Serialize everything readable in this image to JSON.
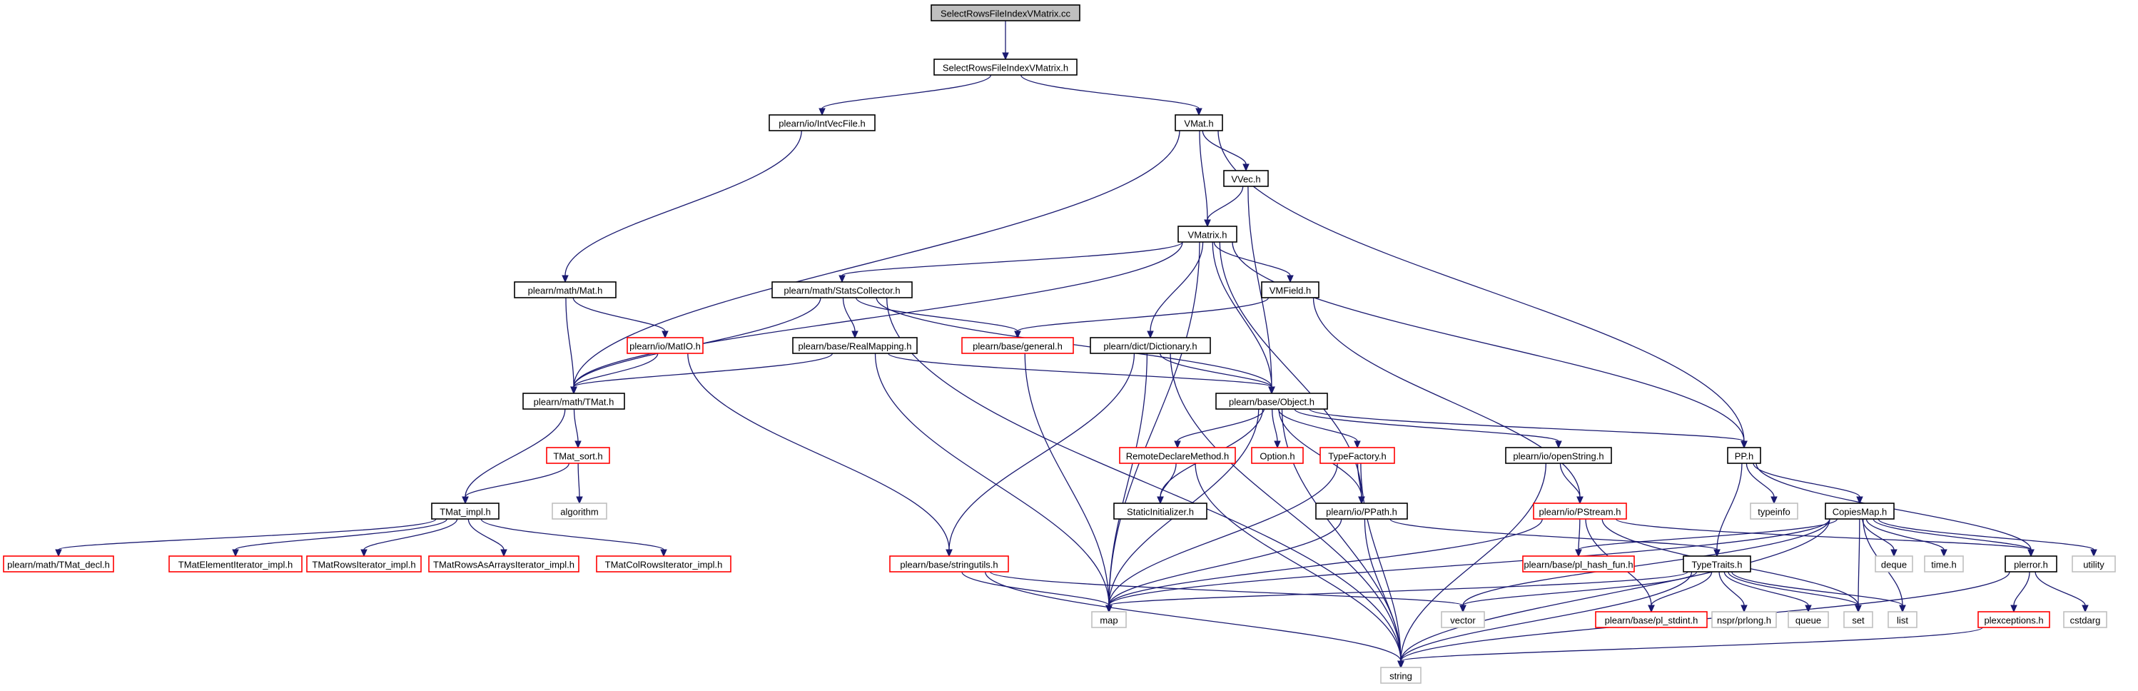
{
  "colors": {
    "root_fill": "#bfbfbf",
    "root_border": "#000000",
    "normal_border": "#000000",
    "missing_border": "#ff0000",
    "system_border": "#bfbfbf",
    "edge": "#191970",
    "background": "#ffffff"
  },
  "nodes": [
    {
      "id": "root",
      "label": "SelectRowsFileIndexVMatrix.cc",
      "kind": "root"
    },
    {
      "id": "selh",
      "label": "SelectRowsFileIndexVMatrix.h",
      "kind": "normal"
    },
    {
      "id": "intvec",
      "label": "plearn/io/IntVecFile.h",
      "kind": "normal"
    },
    {
      "id": "vmat",
      "label": "VMat.h",
      "kind": "normal"
    },
    {
      "id": "vvec",
      "label": "VVec.h",
      "kind": "normal"
    },
    {
      "id": "vmatrix",
      "label": "VMatrix.h",
      "kind": "normal"
    },
    {
      "id": "mat",
      "label": "plearn/math/Mat.h",
      "kind": "normal"
    },
    {
      "id": "stats",
      "label": "plearn/math/StatsCollector.h",
      "kind": "normal"
    },
    {
      "id": "vmfield",
      "label": "VMField.h",
      "kind": "normal"
    },
    {
      "id": "matio",
      "label": "plearn/io/MatIO.h",
      "kind": "missing"
    },
    {
      "id": "realmap",
      "label": "plearn/base/RealMapping.h",
      "kind": "normal"
    },
    {
      "id": "general",
      "label": "plearn/base/general.h",
      "kind": "missing"
    },
    {
      "id": "dict",
      "label": "plearn/dict/Dictionary.h",
      "kind": "normal"
    },
    {
      "id": "tmat",
      "label": "plearn/math/TMat.h",
      "kind": "normal"
    },
    {
      "id": "object",
      "label": "plearn/base/Object.h",
      "kind": "normal"
    },
    {
      "id": "tmatsort",
      "label": "TMat_sort.h",
      "kind": "missing"
    },
    {
      "id": "remote",
      "label": "RemoteDeclareMethod.h",
      "kind": "missing"
    },
    {
      "id": "option",
      "label": "Option.h",
      "kind": "missing"
    },
    {
      "id": "typefac",
      "label": "TypeFactory.h",
      "kind": "missing"
    },
    {
      "id": "openstr",
      "label": "plearn/io/openString.h",
      "kind": "normal"
    },
    {
      "id": "pp",
      "label": "PP.h",
      "kind": "normal"
    },
    {
      "id": "tmatimpl",
      "label": "TMat_impl.h",
      "kind": "normal"
    },
    {
      "id": "algorithm",
      "label": "algorithm",
      "kind": "system"
    },
    {
      "id": "staticinit",
      "label": "StaticInitializer.h",
      "kind": "normal"
    },
    {
      "id": "ppath",
      "label": "plearn/io/PPath.h",
      "kind": "normal"
    },
    {
      "id": "pstream",
      "label": "plearn/io/PStream.h",
      "kind": "missing"
    },
    {
      "id": "typeinfo",
      "label": "typeinfo",
      "kind": "system"
    },
    {
      "id": "copiesmap",
      "label": "CopiesMap.h",
      "kind": "normal"
    },
    {
      "id": "tmatdecl",
      "label": "plearn/math/TMat_decl.h",
      "kind": "missing"
    },
    {
      "id": "tmatelem",
      "label": "TMatElementIterator_impl.h",
      "kind": "missing"
    },
    {
      "id": "tmatrows",
      "label": "TMatRowsIterator_impl.h",
      "kind": "missing"
    },
    {
      "id": "tmatrowsarr",
      "label": "TMatRowsAsArraysIterator_impl.h",
      "kind": "missing"
    },
    {
      "id": "tmatcol",
      "label": "TMatColRowsIterator_impl.h",
      "kind": "missing"
    },
    {
      "id": "stringutils",
      "label": "plearn/base/stringutils.h",
      "kind": "missing"
    },
    {
      "id": "plhash",
      "label": "plearn/base/pl_hash_fun.h",
      "kind": "missing"
    },
    {
      "id": "typetraits",
      "label": "TypeTraits.h",
      "kind": "normal"
    },
    {
      "id": "deque",
      "label": "deque",
      "kind": "system"
    },
    {
      "id": "timeh",
      "label": "time.h",
      "kind": "system"
    },
    {
      "id": "plerror",
      "label": "plerror.h",
      "kind": "normal"
    },
    {
      "id": "utility",
      "label": "utility",
      "kind": "system"
    },
    {
      "id": "map",
      "label": "map",
      "kind": "system"
    },
    {
      "id": "vector",
      "label": "vector",
      "kind": "system"
    },
    {
      "id": "plstdint",
      "label": "plearn/base/pl_stdint.h",
      "kind": "missing"
    },
    {
      "id": "nspr",
      "label": "nspr/prlong.h",
      "kind": "system"
    },
    {
      "id": "queue",
      "label": "queue",
      "kind": "system"
    },
    {
      "id": "set",
      "label": "set",
      "kind": "system"
    },
    {
      "id": "list",
      "label": "list",
      "kind": "system"
    },
    {
      "id": "plexceptions",
      "label": "plexceptions.h",
      "kind": "missing"
    },
    {
      "id": "cstdarg",
      "label": "cstdarg",
      "kind": "system"
    },
    {
      "id": "string",
      "label": "string",
      "kind": "system"
    }
  ],
  "edges": [
    [
      "root",
      "selh"
    ],
    [
      "selh",
      "intvec"
    ],
    [
      "selh",
      "vmat"
    ],
    [
      "intvec",
      "mat"
    ],
    [
      "vmat",
      "vvec"
    ],
    [
      "vmat",
      "vmatrix"
    ],
    [
      "vmat",
      "tmat"
    ],
    [
      "vmat",
      "pp"
    ],
    [
      "vvec",
      "vmatrix"
    ],
    [
      "vvec",
      "object"
    ],
    [
      "vmatrix",
      "stats"
    ],
    [
      "vmatrix",
      "vmfield"
    ],
    [
      "vmatrix",
      "dict"
    ],
    [
      "vmatrix",
      "tmat"
    ],
    [
      "vmatrix",
      "object"
    ],
    [
      "vmatrix",
      "map"
    ],
    [
      "vmatrix",
      "pp"
    ],
    [
      "vmatrix",
      "ppath"
    ],
    [
      "mat",
      "tmat"
    ],
    [
      "mat",
      "matio"
    ],
    [
      "stats",
      "realmap"
    ],
    [
      "stats",
      "general"
    ],
    [
      "stats",
      "tmat"
    ],
    [
      "stats",
      "object"
    ],
    [
      "stats",
      "string"
    ],
    [
      "vmfield",
      "general"
    ],
    [
      "vmfield",
      "pstream"
    ],
    [
      "matio",
      "tmat"
    ],
    [
      "matio",
      "stringutils"
    ],
    [
      "realmap",
      "tmat"
    ],
    [
      "realmap",
      "object"
    ],
    [
      "realmap",
      "map"
    ],
    [
      "general",
      "map"
    ],
    [
      "dict",
      "object"
    ],
    [
      "dict",
      "stringutils"
    ],
    [
      "dict",
      "map"
    ],
    [
      "dict",
      "string"
    ],
    [
      "tmat",
      "tmatsort"
    ],
    [
      "tmat",
      "tmatimpl"
    ],
    [
      "tmatsort",
      "tmatimpl"
    ],
    [
      "tmatsort",
      "algorithm"
    ],
    [
      "tmatimpl",
      "tmatdecl"
    ],
    [
      "tmatimpl",
      "tmatelem"
    ],
    [
      "tmatimpl",
      "tmatrows"
    ],
    [
      "tmatimpl",
      "tmatrowsarr"
    ],
    [
      "tmatimpl",
      "tmatcol"
    ],
    [
      "object",
      "remote"
    ],
    [
      "object",
      "option"
    ],
    [
      "object",
      "typefac"
    ],
    [
      "object",
      "openstr"
    ],
    [
      "object",
      "pp"
    ],
    [
      "object",
      "staticinit"
    ],
    [
      "object",
      "ppath"
    ],
    [
      "object",
      "map"
    ],
    [
      "object",
      "string"
    ],
    [
      "remote",
      "staticinit"
    ],
    [
      "remote",
      "string"
    ],
    [
      "typefac",
      "ppath"
    ],
    [
      "typefac",
      "map"
    ],
    [
      "typefac",
      "string"
    ],
    [
      "openstr",
      "pstream"
    ],
    [
      "openstr",
      "string"
    ],
    [
      "pp",
      "typeinfo"
    ],
    [
      "pp",
      "copiesmap"
    ],
    [
      "pp",
      "typetraits"
    ],
    [
      "pp",
      "plerror"
    ],
    [
      "ppath",
      "typetraits"
    ],
    [
      "ppath",
      "map"
    ],
    [
      "ppath",
      "string"
    ],
    [
      "pstream",
      "plhash"
    ],
    [
      "pstream",
      "plerror"
    ],
    [
      "pstream",
      "map"
    ],
    [
      "pstream",
      "plstdint"
    ],
    [
      "pstream",
      "set"
    ],
    [
      "copiesmap",
      "plhash"
    ],
    [
      "copiesmap",
      "deque"
    ],
    [
      "copiesmap",
      "timeh"
    ],
    [
      "copiesmap",
      "plerror"
    ],
    [
      "copiesmap",
      "utility"
    ],
    [
      "copiesmap",
      "map"
    ],
    [
      "copiesmap",
      "vector"
    ],
    [
      "copiesmap",
      "set"
    ],
    [
      "copiesmap",
      "list"
    ],
    [
      "copiesmap",
      "string"
    ],
    [
      "stringutils",
      "map"
    ],
    [
      "stringutils",
      "vector"
    ],
    [
      "stringutils",
      "string"
    ],
    [
      "typetraits",
      "map"
    ],
    [
      "typetraits",
      "vector"
    ],
    [
      "typetraits",
      "plstdint"
    ],
    [
      "typetraits",
      "nspr"
    ],
    [
      "typetraits",
      "queue"
    ],
    [
      "typetraits",
      "set"
    ],
    [
      "typetraits",
      "list"
    ],
    [
      "typetraits",
      "string"
    ],
    [
      "plerror",
      "plexceptions"
    ],
    [
      "plerror",
      "cstdarg"
    ],
    [
      "plerror",
      "string"
    ],
    [
      "plexceptions",
      "string"
    ]
  ]
}
